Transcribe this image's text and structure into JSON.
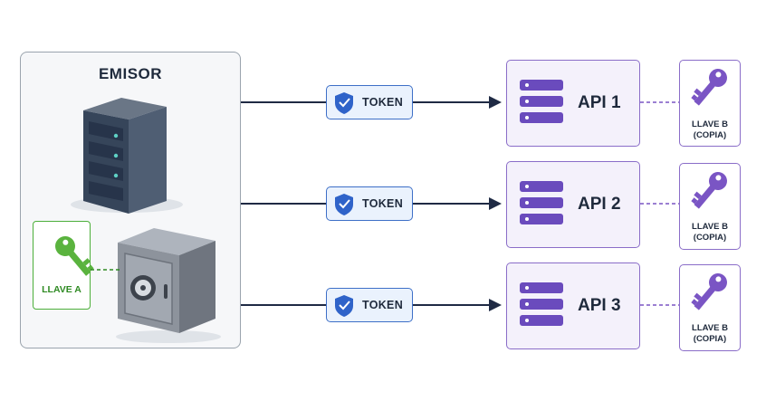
{
  "emisor": {
    "title": "EMISOR"
  },
  "llave_a": {
    "label": "LLAVE A"
  },
  "tokens": [
    {
      "label": "TOKEN"
    },
    {
      "label": "TOKEN"
    },
    {
      "label": "TOKEN"
    }
  ],
  "apis": [
    {
      "label": "API 1",
      "key_line1": "LLAVE B",
      "key_line2": "(COPIA)"
    },
    {
      "label": "API 2",
      "key_line1": "LLAVE B",
      "key_line2": "(COPIA)"
    },
    {
      "label": "API 3",
      "key_line1": "LLAVE B",
      "key_line2": "(COPIA)"
    }
  ],
  "colors": {
    "line": "#1f2a44",
    "green": "#5ab33e",
    "purple": "#7a55c4",
    "blue": "#2f63c9"
  }
}
